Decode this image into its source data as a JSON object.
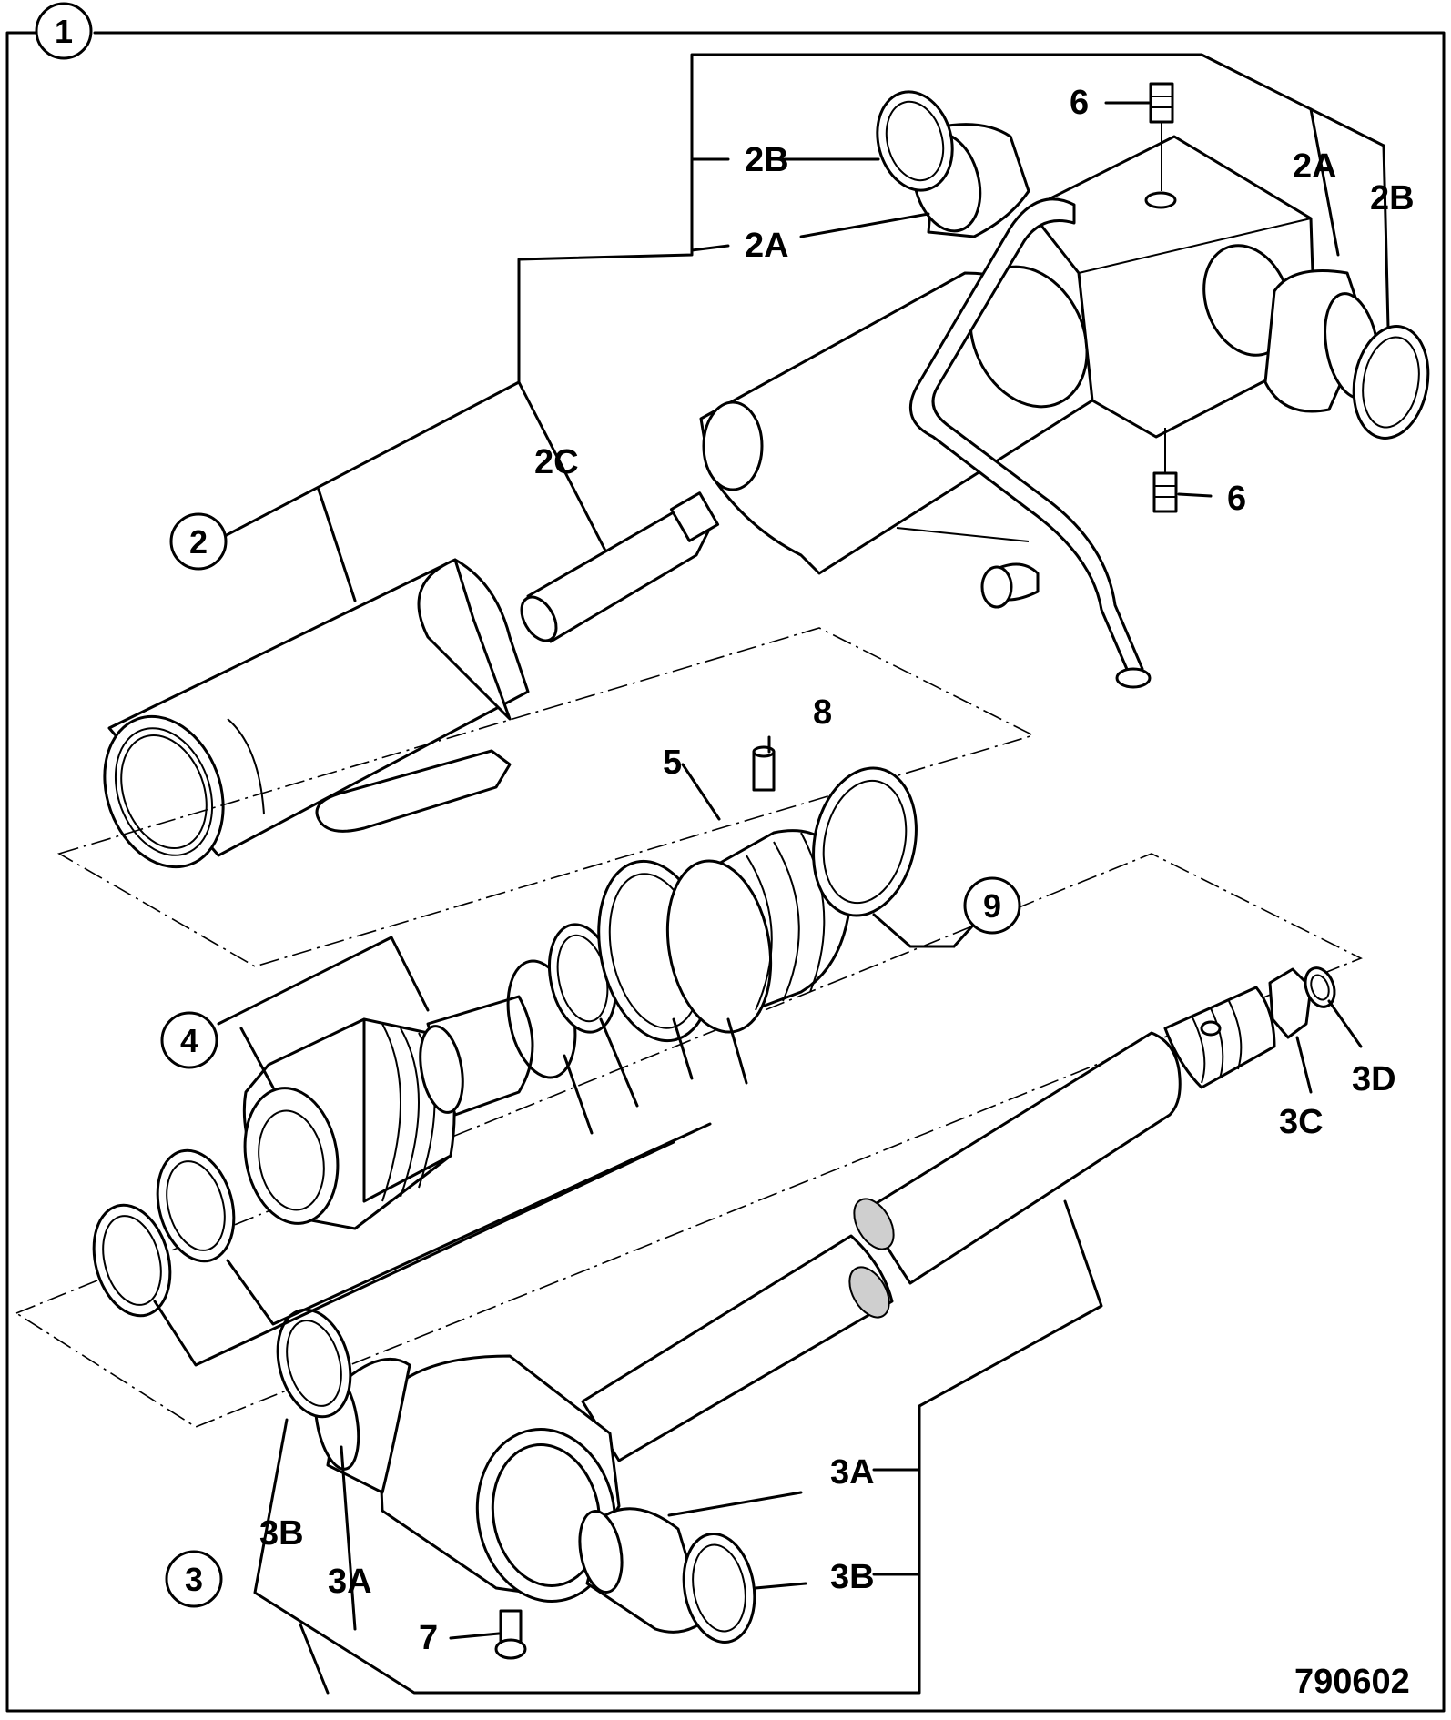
{
  "diagram": {
    "figure_number": "790602",
    "callouts": {
      "c1": "1",
      "c2": "2",
      "c3": "3",
      "c4": "4",
      "c9": "9"
    },
    "labels": {
      "l2B_top": "2B",
      "l2A_top": "2A",
      "l2A_right": "2A",
      "l2B_right": "2B",
      "l2C": "2C",
      "l6_top": "6",
      "l6_bottom": "6",
      "l8": "8",
      "l5": "5",
      "l3C": "3C",
      "l3D": "3D",
      "l3A_right": "3A",
      "l3B_right": "3B",
      "l3B_left": "3B",
      "l3A_left": "3A",
      "l7": "7"
    }
  }
}
